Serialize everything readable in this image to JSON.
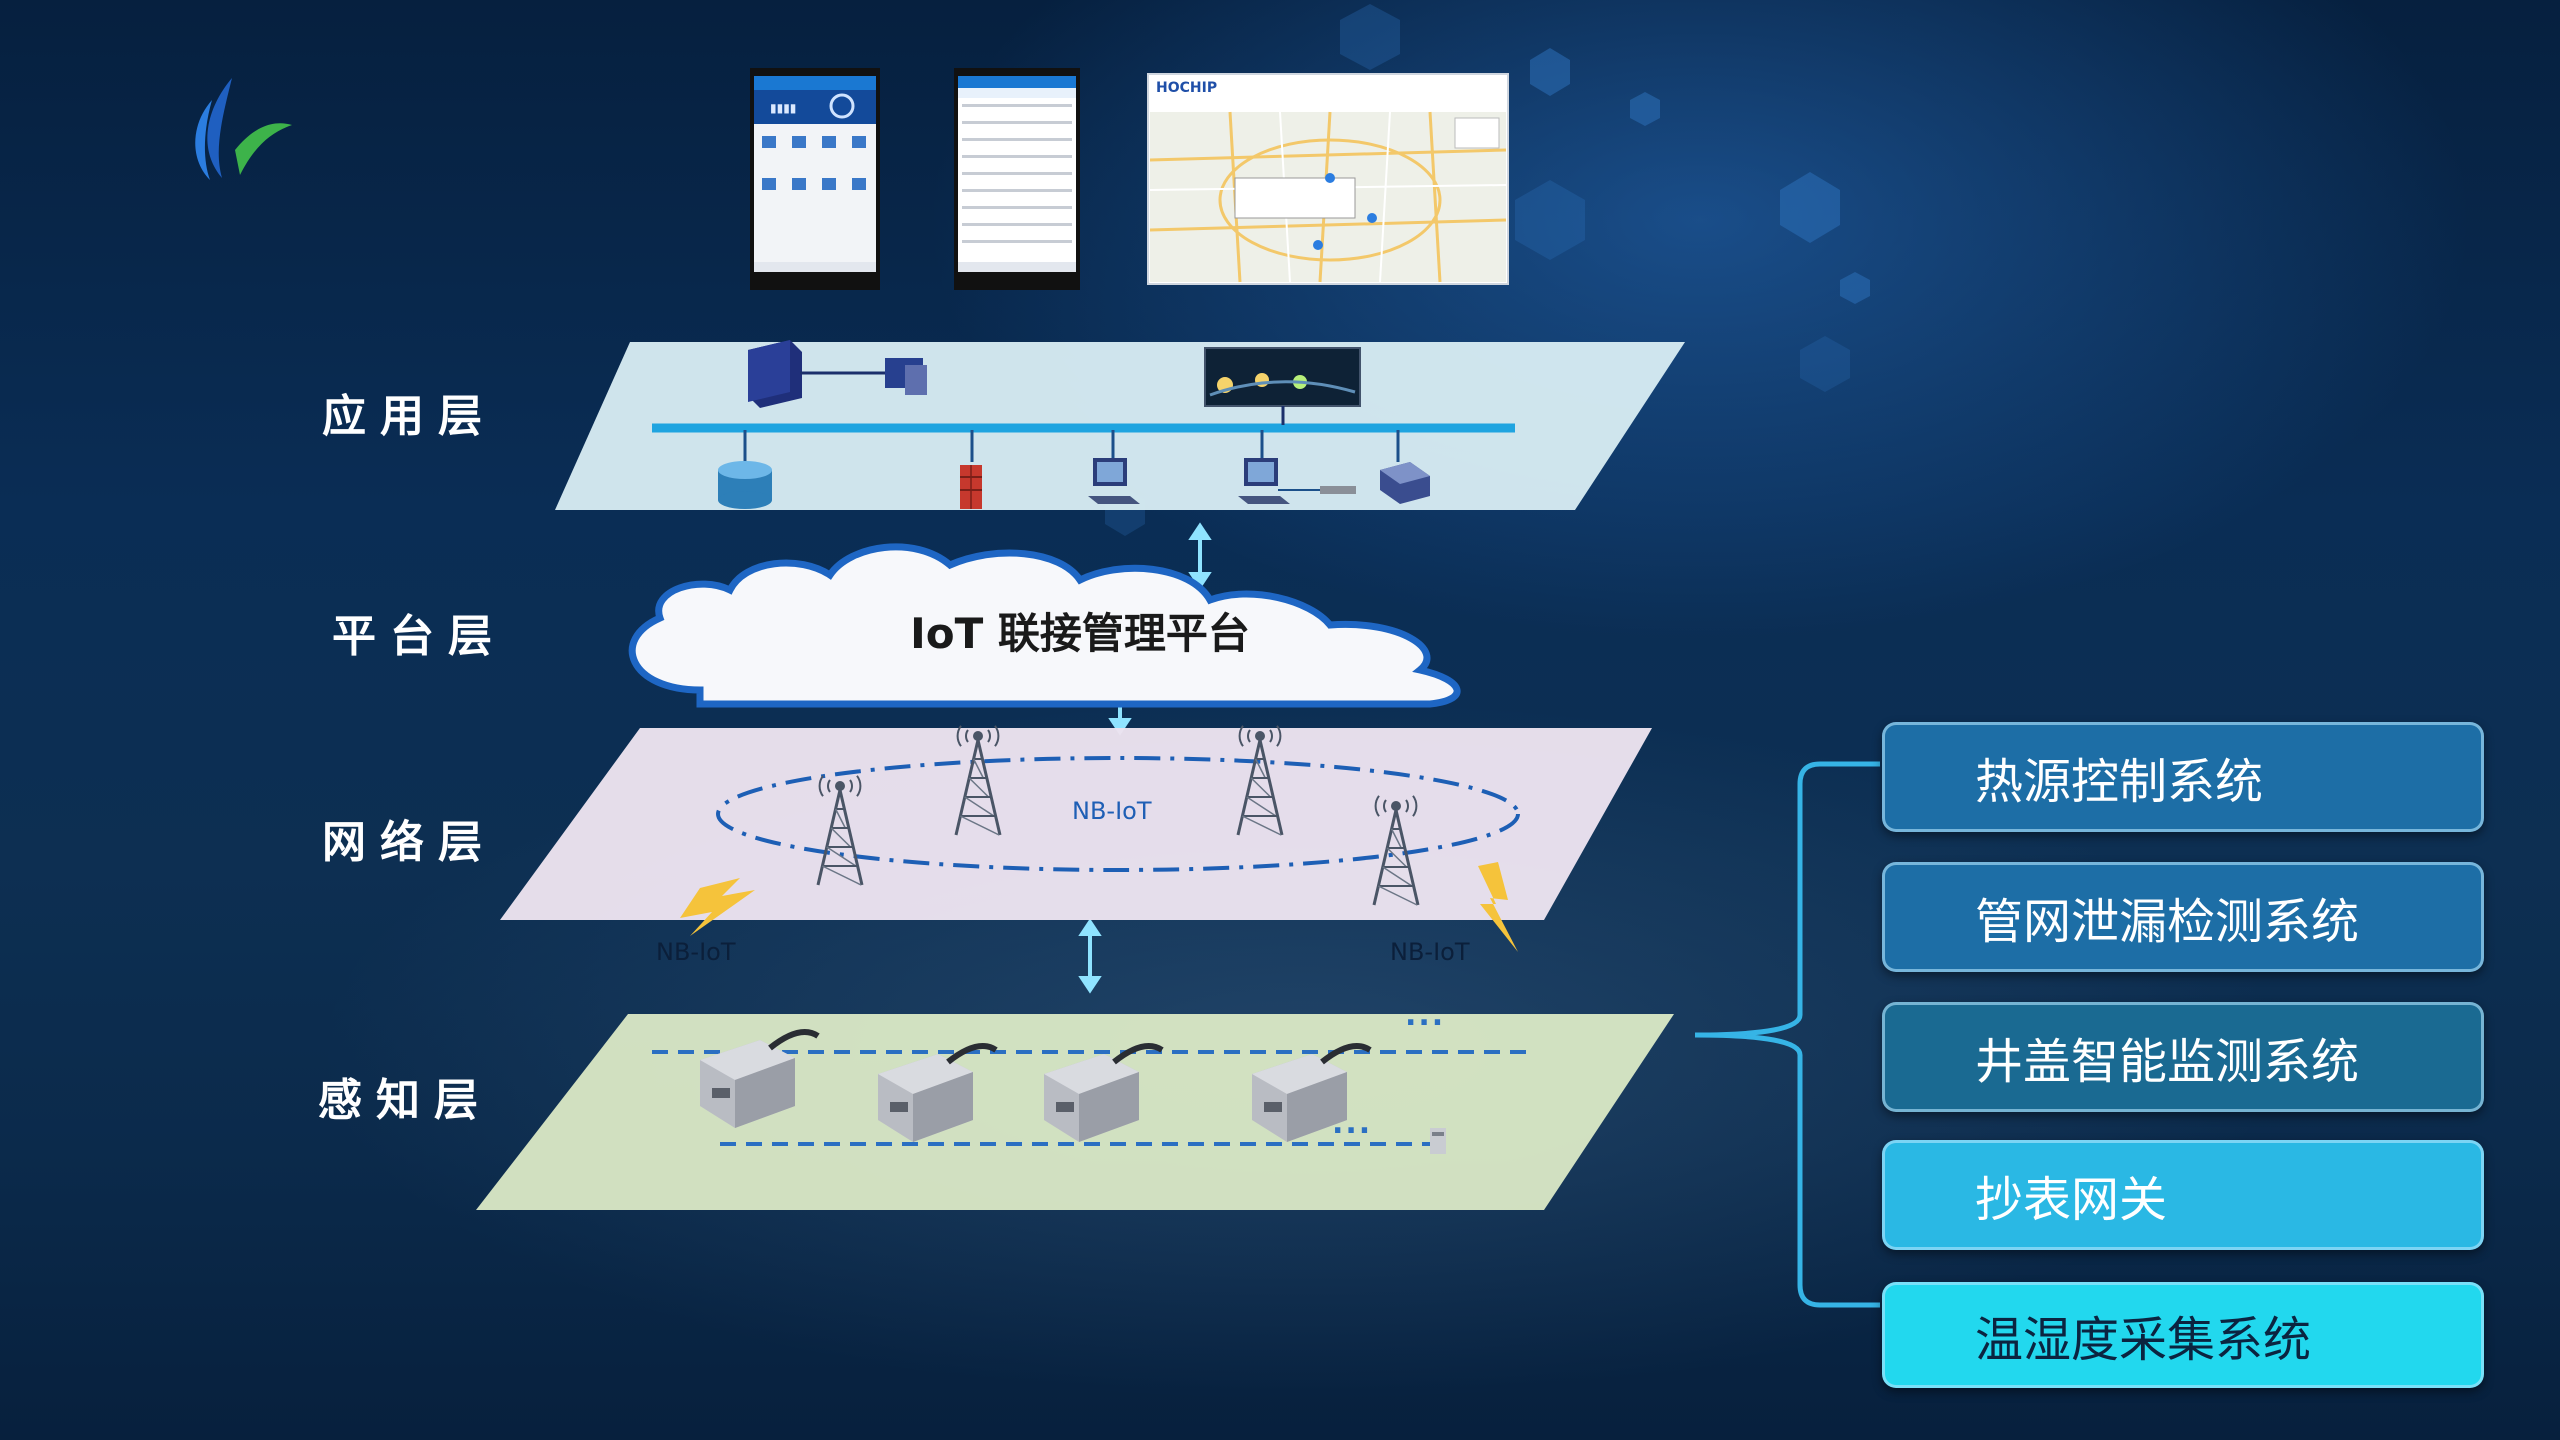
{
  "layers": {
    "application": "应用层",
    "platform": "平台层",
    "network": "网络层",
    "perception": "感知层"
  },
  "platform": {
    "cloud_title": "IoT 联接管理平台"
  },
  "network": {
    "ring_label": "NB-IoT",
    "side_label_left": "NB-IoT",
    "side_label_right": "NB-IoT"
  },
  "screens": {
    "map_brand": "HOCHIP"
  },
  "systems": [
    {
      "label": "热源控制系统",
      "color": "#1d6ea6"
    },
    {
      "label": "管网泄漏检测系统",
      "color": "#1d6ea6"
    },
    {
      "label": "井盖智能监测系统",
      "color": "#1a6a92"
    },
    {
      "label": "抄表网关",
      "color": "#2ab8e4"
    },
    {
      "label": "温湿度采集系统",
      "color": "#22d8ee"
    }
  ],
  "ellipsis": "...",
  "colors": {
    "app_plane": "#d6eaf2",
    "network_plane": "#ece3ef",
    "perception_plane": "#d8e6c4",
    "bus": "#1fa4e0",
    "arrow": "#8fe3ff",
    "bracket": "#36b4e6"
  }
}
